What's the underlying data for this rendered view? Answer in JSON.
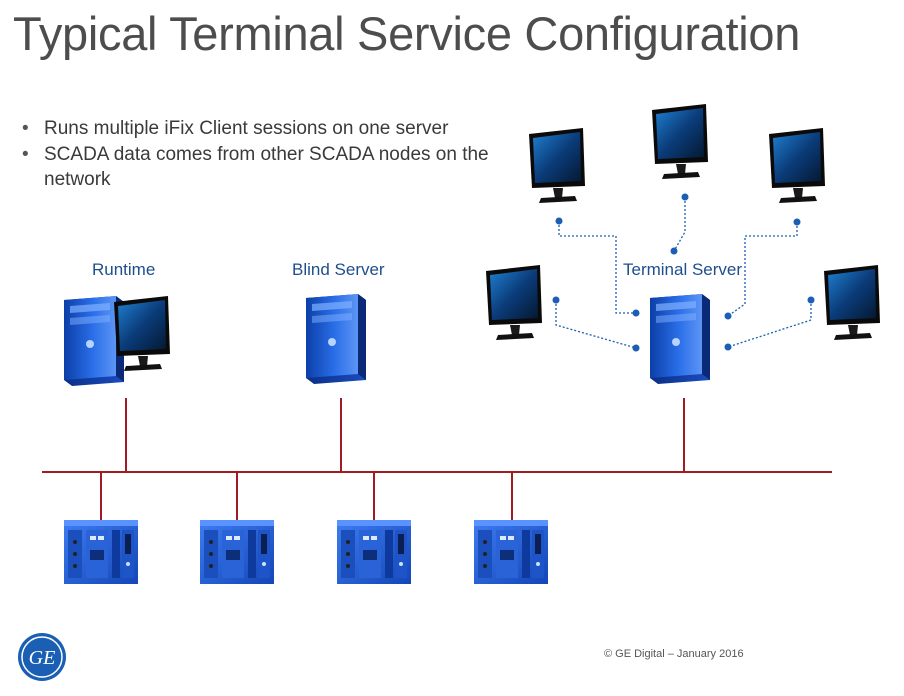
{
  "title": "Typical Terminal Service Configuration",
  "bullets": [
    "Runs multiple iFix Client sessions on one server",
    "SCADA data comes from other SCADA nodes on the network"
  ],
  "nodes": {
    "runtime": "Runtime",
    "blind_server": "Blind Server",
    "terminal_server": "Terminal Server"
  },
  "logo_text": "GE",
  "footer": "© GE Digital – January 2016",
  "colors": {
    "network_line": "#a01c23",
    "link_dot": "#1a5fb4",
    "device_blue": "#1f5fd6",
    "label_blue": "#1f4e8c"
  }
}
